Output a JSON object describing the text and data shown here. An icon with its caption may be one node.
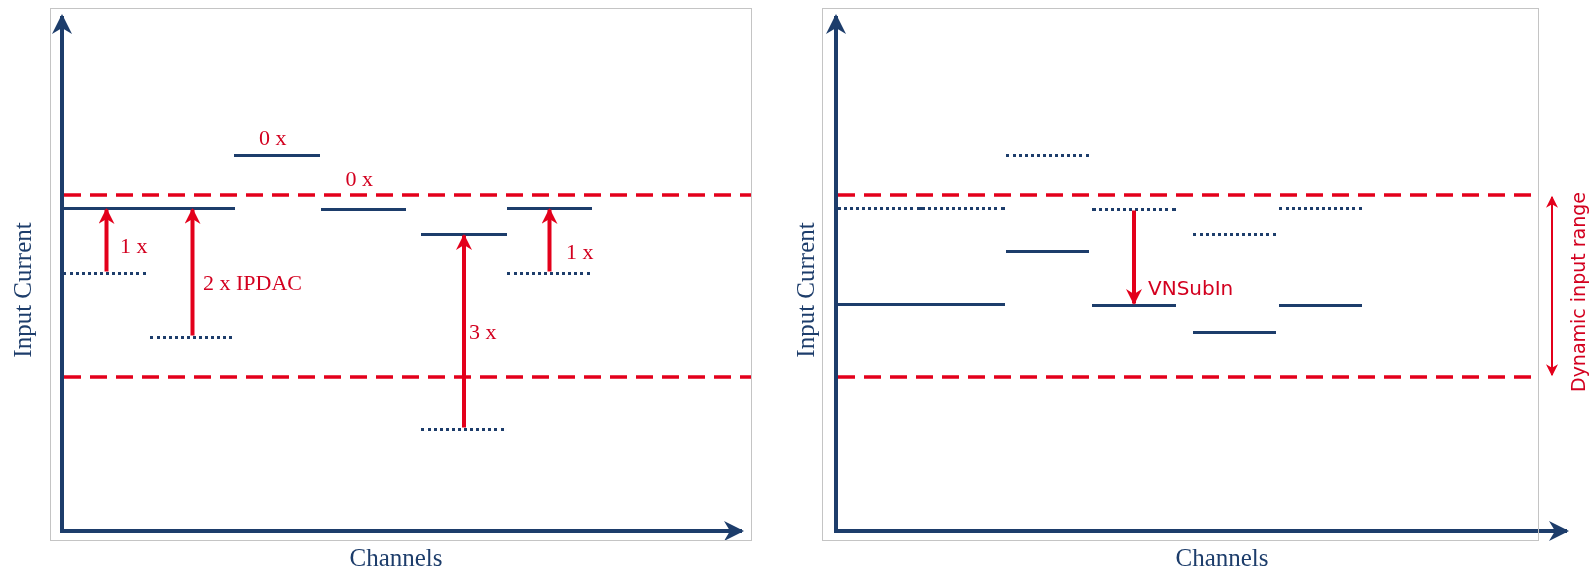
{
  "diagram": {
    "nodes": [
      {
        "text": [],
        "shape": "box"
      },
      {
        "text": [],
        "shape": "bar",
        "in": 0
      },
      {
        "text": [],
        "shape": "dots",
        "in": 0
      },
      {
        "text": [],
        "shape": "bar",
        "in": 0
      },
      {
        "text": [],
        "shape": "dots",
        "in": 0
      },
      {
        "text": [],
        "shape": "bar",
        "beside": [
          "0 x"
        ],
        "in": 0
      },
      {
        "text": [],
        "shape": "bar",
        "beside": [
          "0 x"
        ],
        "in": 0
      },
      {
        "text": [],
        "shape": "bar",
        "in": 0
      },
      {
        "text": [],
        "shape": "dots",
        "in": 0
      },
      {
        "text": [],
        "shape": "bar",
        "in": 0
      },
      {
        "text": [],
        "shape": "dots",
        "in": 0
      },
      {
        "text": [],
        "shape": "box"
      },
      {
        "text": [],
        "shape": "dots",
        "in": 11
      },
      {
        "text": [],
        "shape": "bar",
        "in": 11
      },
      {
        "text": [],
        "shape": "dots",
        "in": 11
      },
      {
        "text": [],
        "shape": "bar",
        "in": 11
      },
      {
        "text": [],
        "shape": "dots",
        "in": 11
      },
      {
        "text": [],
        "shape": "bar",
        "in": 11
      },
      {
        "text": [],
        "shape": "dots",
        "in": 11
      },
      {
        "text": [],
        "shape": "bar",
        "in": 11
      },
      {
        "text": [],
        "shape": "dots",
        "in": 11
      },
      {
        "text": [],
        "shape": "bar",
        "in": 11
      },
      {
        "text": [],
        "shape": "dots",
        "in": 11
      },
      {
        "text": [],
        "shape": "bar",
        "in": 11
      }
    ],
    "edges": [
      {
        "from": 2,
        "to": 1,
        "arrow": "to",
        "label": "1 x"
      },
      {
        "from": 4,
        "to": 3,
        "arrow": "to",
        "label": "2 x IPDAC"
      },
      {
        "from": 8,
        "to": 7,
        "arrow": "to",
        "label": "3 x"
      },
      {
        "from": 10,
        "to": 9,
        "arrow": "to",
        "label": "1 x"
      },
      {
        "from": 18,
        "to": 19,
        "arrow": "to",
        "label": "VNSubIn"
      }
    ],
    "labels": [
      "Input Current",
      "Channels",
      "Input Current",
      "Channels",
      "Dynamic input range"
    ]
  }
}
